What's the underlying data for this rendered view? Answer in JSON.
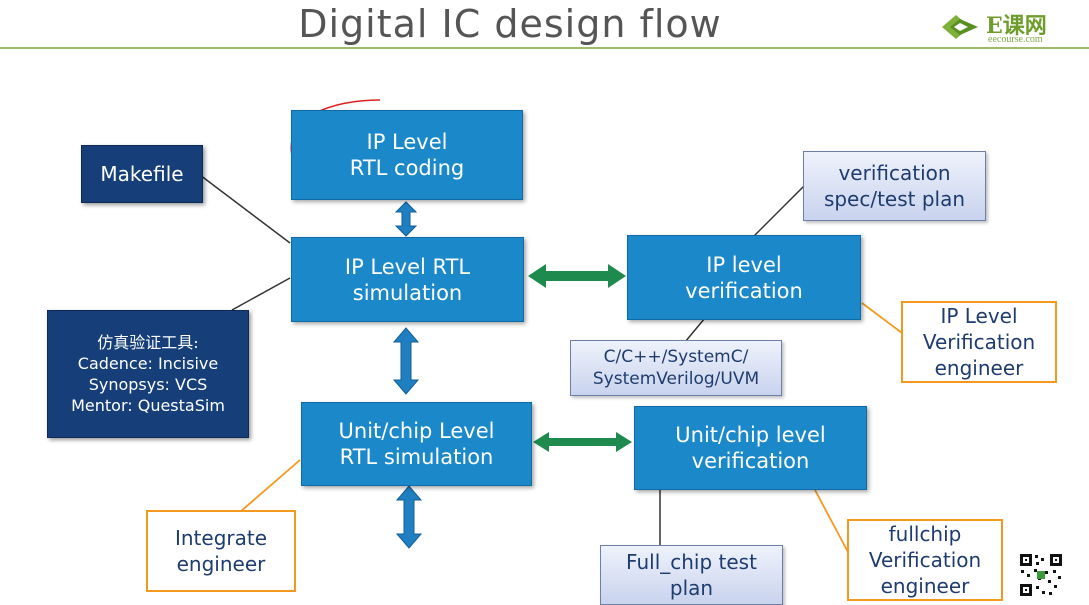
{
  "title": "Digital IC design flow",
  "logo": {
    "brand": "E课网",
    "sub": "eecourse.com"
  },
  "colors": {
    "process_box": "#1a88c9",
    "note_box": "#163f7a",
    "plan_box": "#c9d3ee",
    "role_box_border": "#f39a1e",
    "arrow_blue": "#1f7fc0",
    "arrow_green": "#1e8a4e",
    "annotation_red": "#e02020"
  },
  "nodes": {
    "ip_rtl_coding": [
      "IP Level",
      "RTL coding"
    ],
    "ip_rtl_sim": [
      "IP Level RTL",
      "simulation"
    ],
    "unit_rtl_sim": [
      "Unit/chip Level",
      "RTL simulation"
    ],
    "ip_verification": [
      "IP level",
      "verification"
    ],
    "unit_verification": [
      "Unit/chip level",
      "verification"
    ],
    "makefile": "Makefile",
    "sim_tools": [
      "仿真验证工具:",
      "Cadence: Incisive",
      "Synopsys: VCS",
      "Mentor: QuestaSim"
    ],
    "verif_spec": [
      "verification",
      "spec/test plan"
    ],
    "languages": [
      "C/C++/SystemC/",
      "SystemVerilog/UVM"
    ],
    "fullchip_test_plan": [
      "Full_chip test",
      "plan"
    ],
    "ip_verif_engineer": [
      "IP Level",
      "Verification",
      "engineer"
    ],
    "integrate_engineer": [
      "Integrate",
      "engineer"
    ],
    "fullchip_verif_engineer": [
      "fullchip",
      "Verification",
      "engineer"
    ]
  }
}
